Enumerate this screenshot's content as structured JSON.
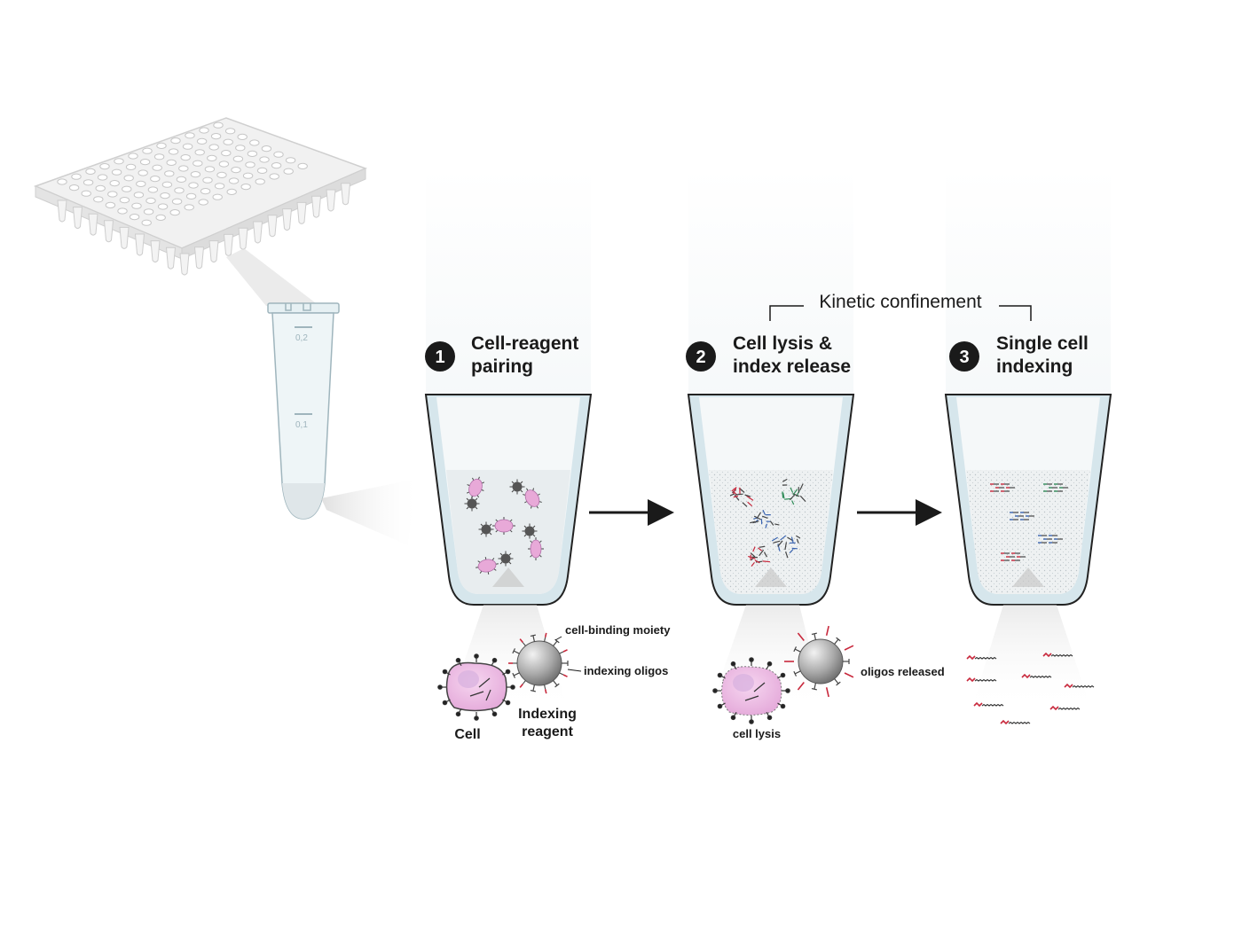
{
  "tube_marks": {
    "upper": "0,2",
    "lower": "0,1"
  },
  "kinetic_label": "Kinetic confinement",
  "steps": [
    {
      "number": "1",
      "title_line1": "Cell-reagent",
      "title_line2": "pairing"
    },
    {
      "number": "2",
      "title_line1": "Cell lysis &",
      "title_line2": "index release"
    },
    {
      "number": "3",
      "title_line1": "Single cell",
      "title_line2": "indexing"
    }
  ],
  "step1_labels": {
    "moiety": "cell-binding moiety",
    "oligos": "indexing oligos",
    "cell": "Cell",
    "reagent_line1": "Indexing",
    "reagent_line2": "reagent"
  },
  "step2_labels": {
    "released": "oligos released",
    "lysis": "cell lysis"
  },
  "colors": {
    "cell_pink": "#e8a9d8",
    "bead_gray": "#8c8c8c",
    "oligo_red": "#c8283c",
    "oligo_green": "#2e8b57",
    "oligo_blue": "#3a64b0",
    "tube_blue": "#cfe3ea",
    "liquid": "#e9eef0"
  }
}
